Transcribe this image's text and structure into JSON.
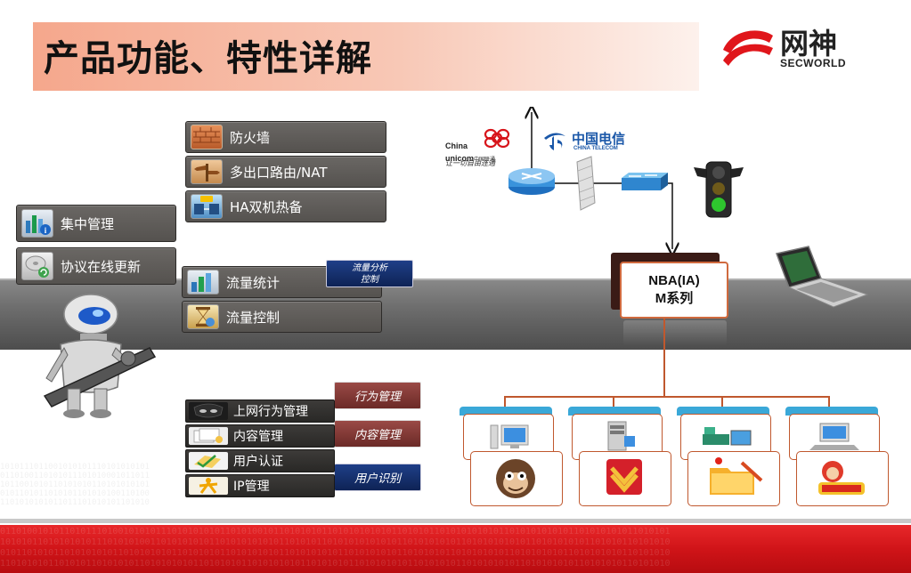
{
  "header": {
    "title": "产品功能、特性详解",
    "logo_cn": "网神",
    "logo_en": "SECWORLD"
  },
  "features_top": [
    {
      "label": "防火墙",
      "icon": "firewall-brick-icon"
    },
    {
      "label": "多出口路由/NAT",
      "icon": "signpost-icon"
    },
    {
      "label": "HA双机热备",
      "icon": "ha-servers-icon"
    }
  ],
  "features_left": [
    {
      "label": "集中管理",
      "icon": "chart-info-icon"
    },
    {
      "label": "协议在线更新",
      "icon": "update-disc-icon"
    }
  ],
  "features_mid": [
    {
      "label": "流量统计",
      "icon": "bar-chart-icon"
    },
    {
      "label": "流量控制",
      "icon": "hourglass-icon"
    }
  ],
  "features_bottom": [
    {
      "label": "上网行为管理",
      "icon": "mask-icon"
    },
    {
      "label": "内容管理",
      "icon": "documents-icon"
    },
    {
      "label": "用户认证",
      "icon": "pencil-check-icon"
    },
    {
      "label": "IP管理",
      "icon": "person-figure-icon"
    }
  ],
  "tags": {
    "flow_line1": "流量分析",
    "flow_line2": "控制",
    "behavior": "行为管理",
    "content": "内容管理",
    "user_id": "用户识别"
  },
  "isp": {
    "unicom_en1": "China",
    "unicom_en2": "unicom",
    "unicom_cn": "中国联通",
    "unicom_slogan": "让一切自由连通",
    "telecom_cn": "中国电信",
    "telecom_en": "CHINA TELECOM"
  },
  "device": {
    "line1": "NBA(IA)",
    "line2": "M系列"
  },
  "colors": {
    "title_bg": "#f5a78c",
    "accent_red": "#d01418",
    "tree_line": "#c0582e",
    "client_header": "#3aa8d8",
    "button_bg": "#5e5b58"
  }
}
